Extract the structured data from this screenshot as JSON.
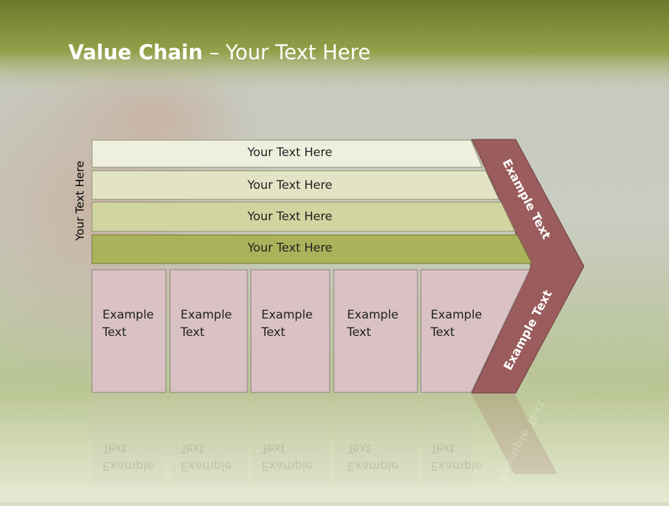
{
  "title": {
    "bold": "Value Chain",
    "rest": " – Your Text Here"
  },
  "side_label": "Your Text Here",
  "rows": [
    {
      "label": "Your Text Here",
      "color": "#efefe0"
    },
    {
      "label": "Your Text Here",
      "color": "#e2e4c5"
    },
    {
      "label": "Your Text Here",
      "color": "#d1d59f"
    },
    {
      "label": "Your Text Here",
      "color": "#aab35a"
    }
  ],
  "columns": [
    {
      "line1": "Example",
      "line2": "Text"
    },
    {
      "line1": "Example",
      "line2": "Text"
    },
    {
      "line1": "Example",
      "line2": "Text"
    },
    {
      "line1": "Example",
      "line2": "Text"
    },
    {
      "line1": "Example",
      "line2": "Text"
    }
  ],
  "chevron": {
    "upper_label": "Example Text",
    "lower_label": "Example Text",
    "color": "#9a5c5c"
  },
  "colors": {
    "column_fill": "#d9c1c4",
    "header_band": "#8c9a46"
  }
}
